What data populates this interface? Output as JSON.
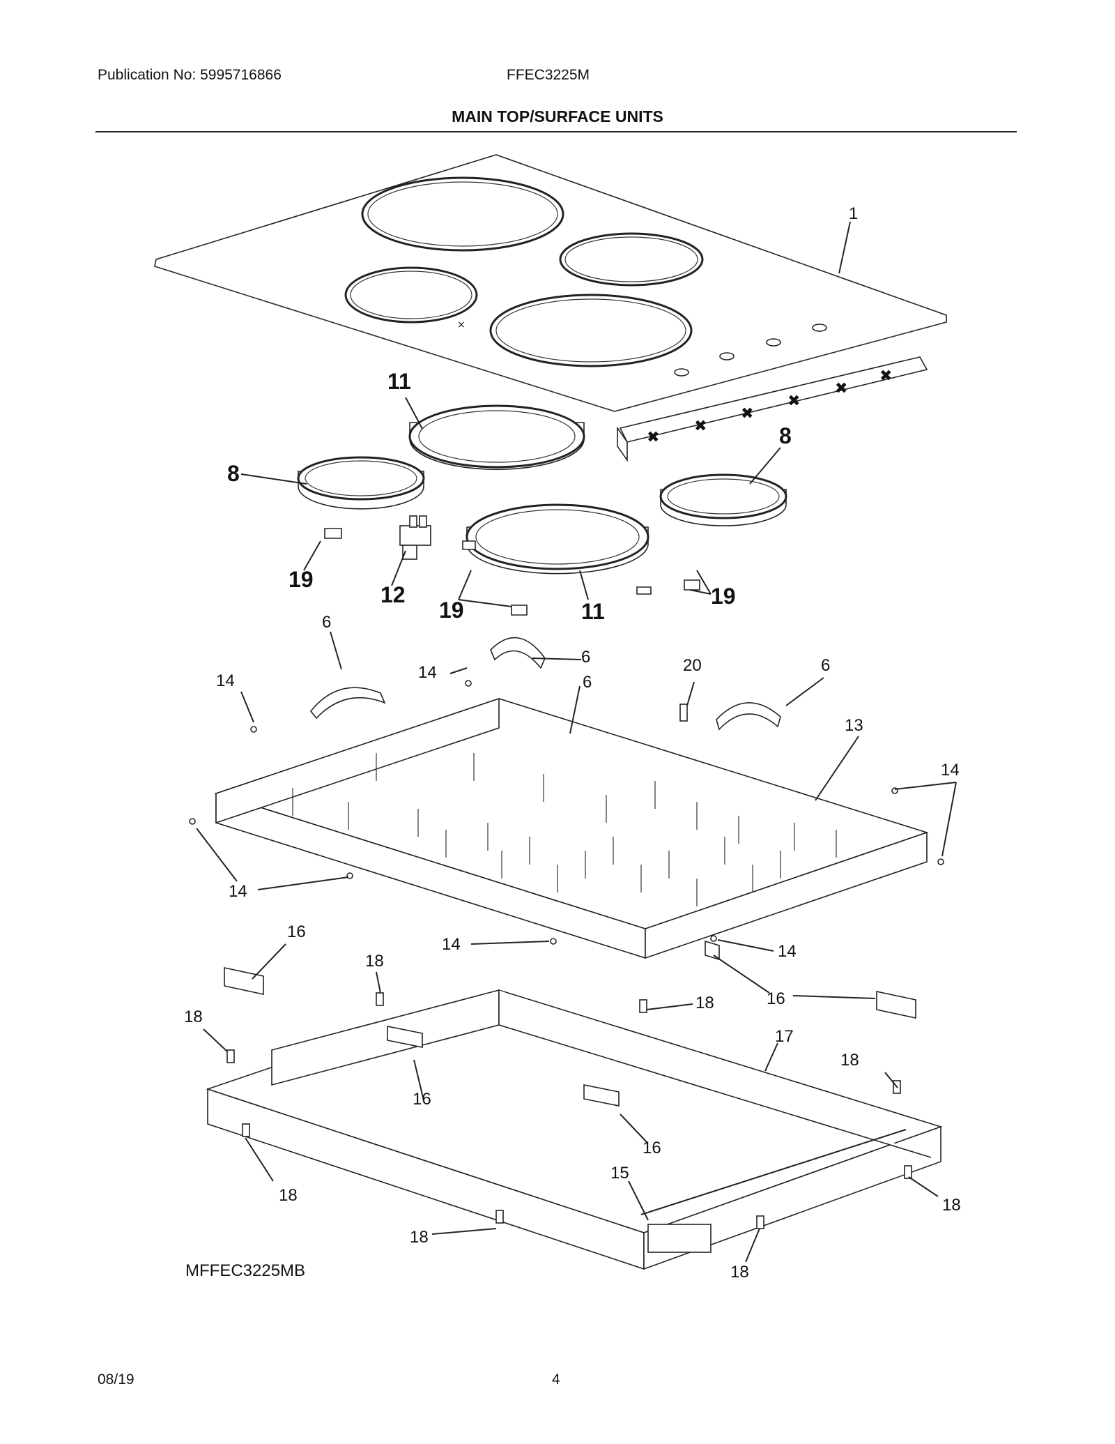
{
  "header": {
    "publication": "Publication No: 5995716866",
    "model": "FFEC3225M",
    "section_title": "MAIN TOP/SURFACE UNITS"
  },
  "diagram": {
    "callouts": {
      "c1": "1",
      "c11a": "11",
      "c11b": "11",
      "c8a": "8",
      "c8b": "8",
      "c19a": "19",
      "c19b": "19",
      "c19c": "19",
      "c12": "12",
      "c6a": "6",
      "c6b": "6",
      "c6c": "6",
      "c6d": "6",
      "c20": "20",
      "c13": "13",
      "c14a": "14",
      "c14b": "14",
      "c14c": "14",
      "c14d": "14",
      "c14e": "14",
      "c14f": "14",
      "c16a": "16",
      "c16b": "16",
      "c16c": "16",
      "c16d": "16",
      "c17": "17",
      "c15": "15",
      "c18a": "18",
      "c18b": "18",
      "c18c": "18",
      "c18d": "18",
      "c18e": "18",
      "c18f": "18",
      "c18g": "18",
      "c18h": "18"
    },
    "drawing_id": "MFFEC3225MB"
  },
  "footer": {
    "date": "08/19",
    "page": "4"
  }
}
